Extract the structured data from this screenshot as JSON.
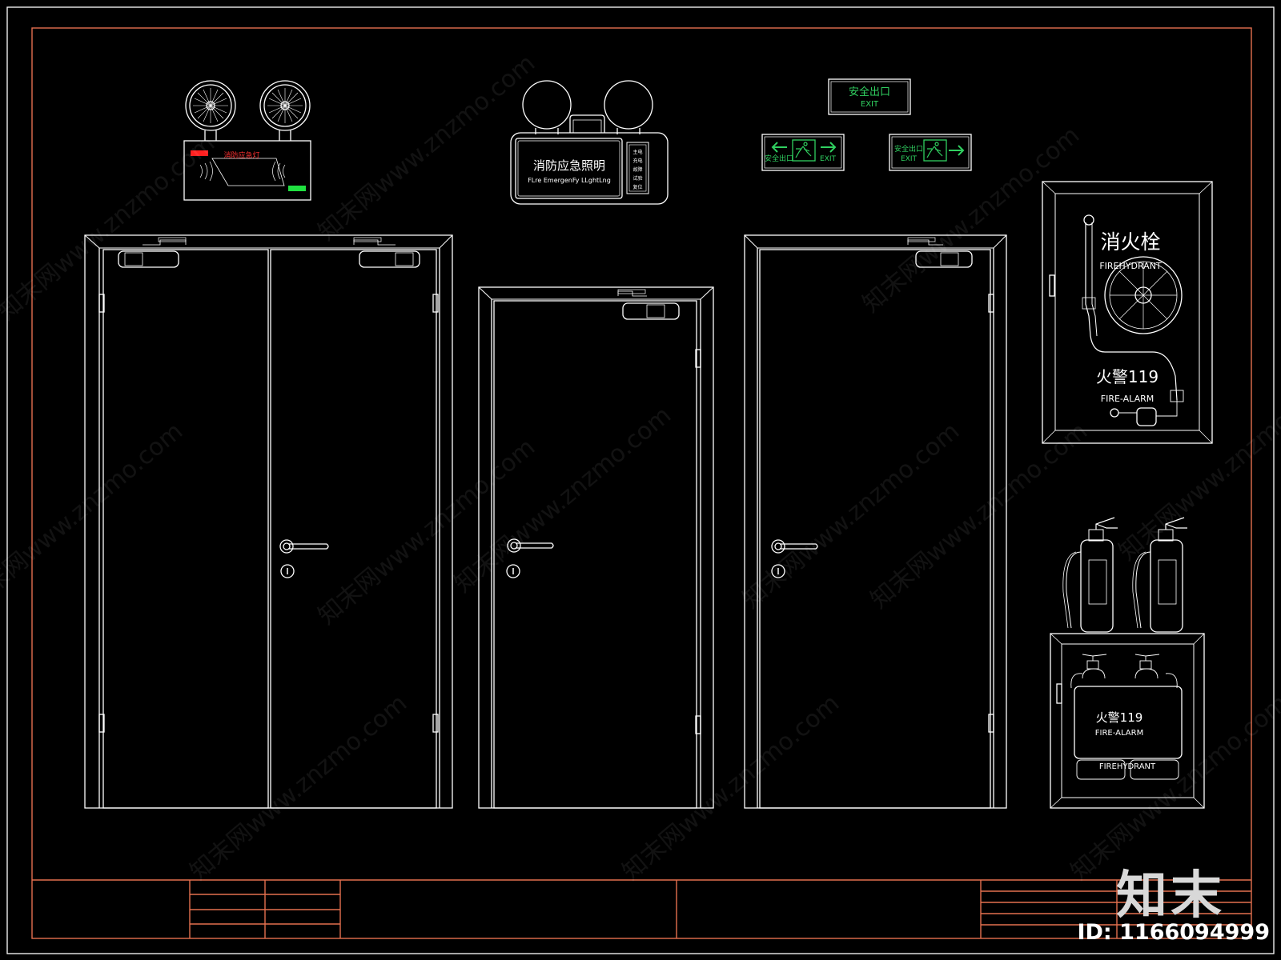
{
  "emergency_light_red": {
    "label": "消防应急灯"
  },
  "emergency_light_sign": {
    "title_cn": "消防应急照明",
    "title_en": "FLre EmergenFy LLghtLng",
    "status_labels": [
      "主电",
      "充电",
      "故障",
      "试验",
      "复位"
    ]
  },
  "exit_sign_top": {
    "cn": "安全出口",
    "en": "EXIT"
  },
  "exit_sign_left": {
    "cn": "安全出口",
    "en": "EXIT"
  },
  "exit_sign_right": {
    "cn": "安全出口",
    "en": "EXIT"
  },
  "hydrant_cabinet": {
    "title_cn": "消火栓",
    "title_en": "FIREHYDRANT",
    "alarm_cn": "火警119",
    "alarm_en": "FIRE-ALARM"
  },
  "extinguisher_box": {
    "alarm_cn": "火警119",
    "alarm_en": "FIRE-ALARM",
    "bottom_en": "FIREHYDRANT"
  },
  "watermark": {
    "text": "知末网www.znzmo.com",
    "logo": "知末"
  },
  "image_id": "ID: 1166094999",
  "colors": {
    "line": "#ffffff",
    "frame": "#e4704f",
    "exit_green": "#30d060",
    "red_lamp": "#ff2020",
    "green_lamp": "#20e040",
    "red_text": "#ff3030"
  }
}
